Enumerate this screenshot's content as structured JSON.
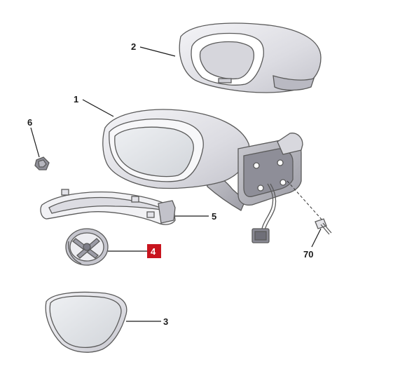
{
  "diagram": {
    "parts": [
      {
        "number": "1",
        "name": "mirror-housing-assembly"
      },
      {
        "number": "2",
        "name": "mirror-cover-cap"
      },
      {
        "number": "3",
        "name": "mirror-glass"
      },
      {
        "number": "4",
        "name": "mirror-actuator-motor",
        "highlighted": true
      },
      {
        "number": "5",
        "name": "turn-signal-repeater"
      },
      {
        "number": "6",
        "name": "bulb-or-clip"
      },
      {
        "number": "70",
        "name": "mounting-screw"
      }
    ],
    "highlight_color": "#c8141e",
    "part_fill_color": "#e8e8ec",
    "line_color": "#1a1a1a"
  }
}
